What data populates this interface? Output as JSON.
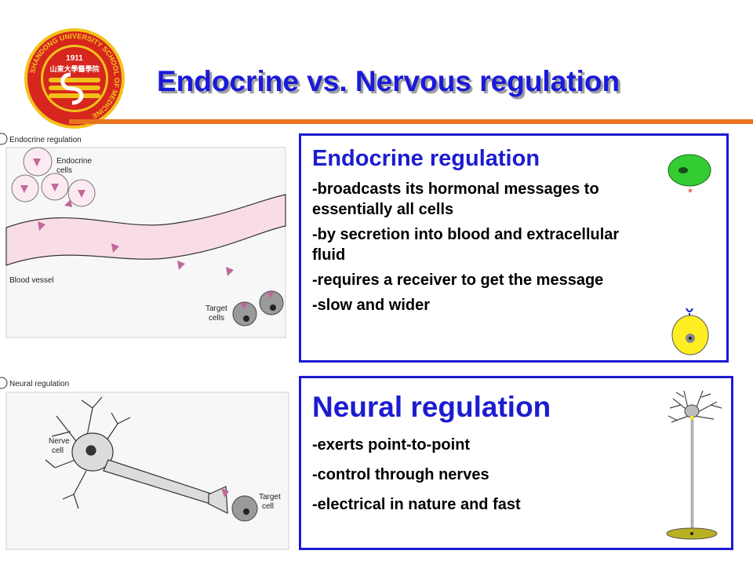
{
  "title": "Endocrine vs. Nervous regulation",
  "logo": {
    "year": "1911",
    "ring_text": "SHANDONG UNIVERSITY SCHOOL OF MEDICINE",
    "chinese": "山東大學醫學院"
  },
  "endocrine_diagram": {
    "caption": "Endocrine regulation",
    "cells_label_line1": "Endocrine",
    "cells_label_line2": "cells",
    "vessel_label": "Blood vessel",
    "target_label_line1": "Target",
    "target_label_line2": "cells"
  },
  "neural_diagram": {
    "caption": "Neural regulation",
    "nerve_label_line1": "Nerve",
    "nerve_label_line2": "cell",
    "target_label_line1": "Target",
    "target_label_line2": "cell"
  },
  "endocrine_panel": {
    "heading": "Endocrine regulation",
    "bullets": [
      "-broadcasts its hormonal messages to essentially all cells",
      "-by secretion into blood and extracellular fluid",
      "-requires a receiver to get the message",
      "-slow and wider"
    ]
  },
  "neural_panel": {
    "heading": "Neural regulation",
    "bullets": [
      "-exerts point-to-point",
      "-control through nerves",
      "-electrical in nature and fast"
    ]
  },
  "colors": {
    "title": "#1a1adb",
    "panel_border": "#1c1cd1",
    "divider": "#e8741f",
    "logo_red": "#d7261e",
    "logo_gold": "#f2c21b"
  }
}
